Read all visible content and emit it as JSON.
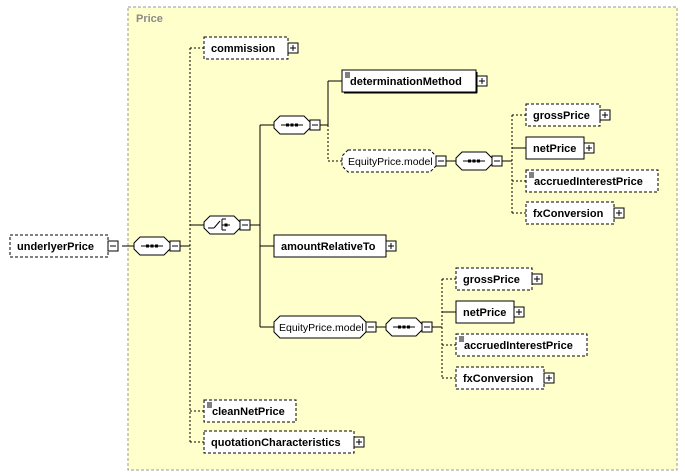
{
  "colors": {
    "group_fill": "#ffffcc",
    "group_border": "#9a9a9a",
    "element_fill": "#ffffff",
    "line": "#000000"
  },
  "group": {
    "title": "Price"
  },
  "root": {
    "label": "underlyerPrice"
  },
  "elements": {
    "commission": "commission",
    "determination_method": "determinationMethod",
    "upper_model": "EquityPrice.model",
    "upper_gross_price": "grossPrice",
    "upper_net_price": "netPrice",
    "upper_accrued_interest_price": "accruedInterestPrice",
    "upper_fx_conversion": "fxConversion",
    "amount_relative_to": "amountRelativeTo",
    "lower_model": "EquityPrice.model",
    "lower_gross_price": "grossPrice",
    "lower_net_price": "netPrice",
    "lower_accrued_interest_price": "accruedInterestPrice",
    "lower_fx_conversion": "fxConversion",
    "clean_net_price": "cleanNetPrice",
    "quotation_characteristics": "quotationCharacteristics"
  }
}
